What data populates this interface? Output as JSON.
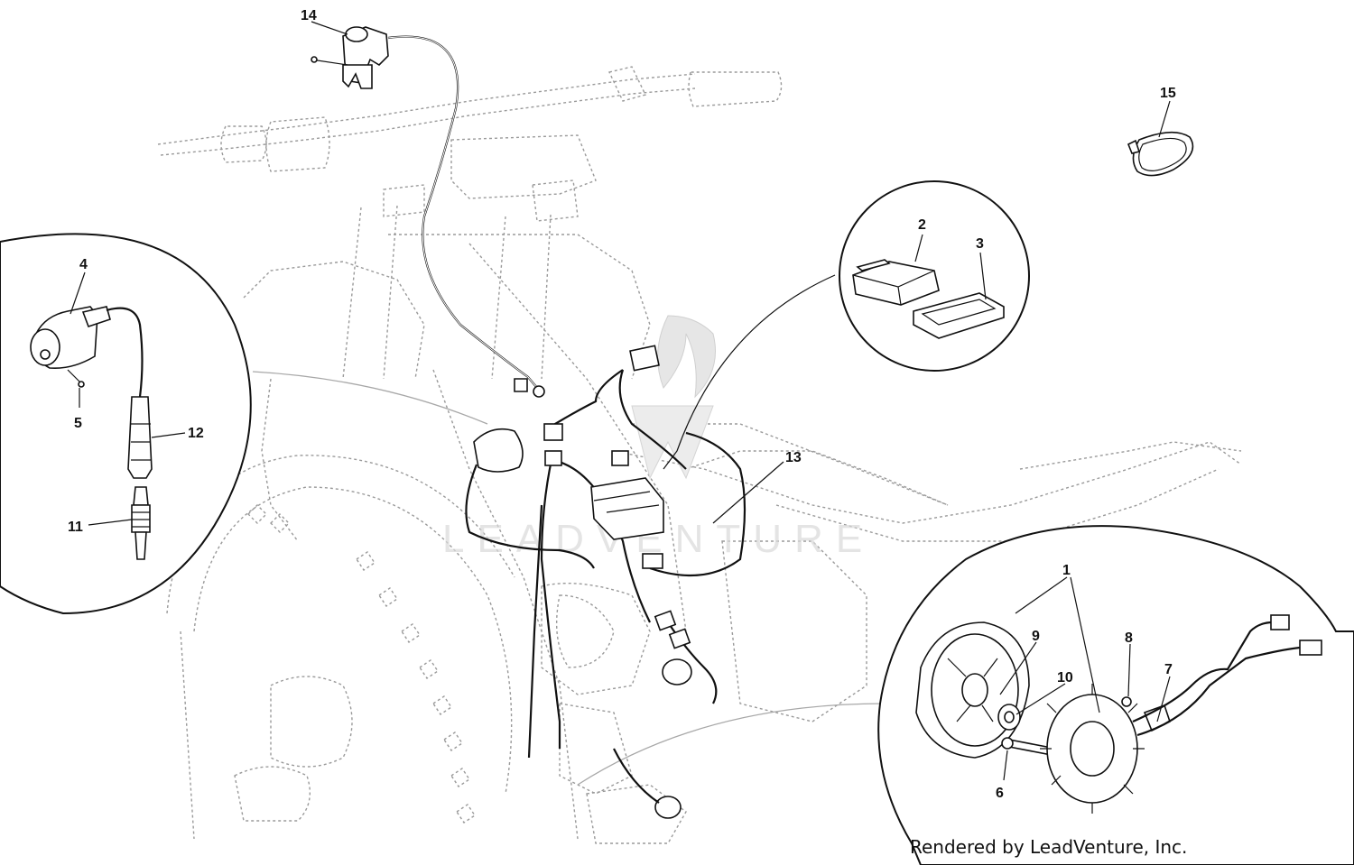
{
  "watermark": "LEADVENTURE",
  "credit": "Rendered by LeadVenture, Inc.",
  "callouts": {
    "c1": "1",
    "c2": "2",
    "c3": "3",
    "c4": "4",
    "c5": "5",
    "c6": "6",
    "c7": "7",
    "c8": "8",
    "c9": "9",
    "c10": "10",
    "c11": "11",
    "c12": "12",
    "c13": "13",
    "c14": "14",
    "c15": "15"
  }
}
